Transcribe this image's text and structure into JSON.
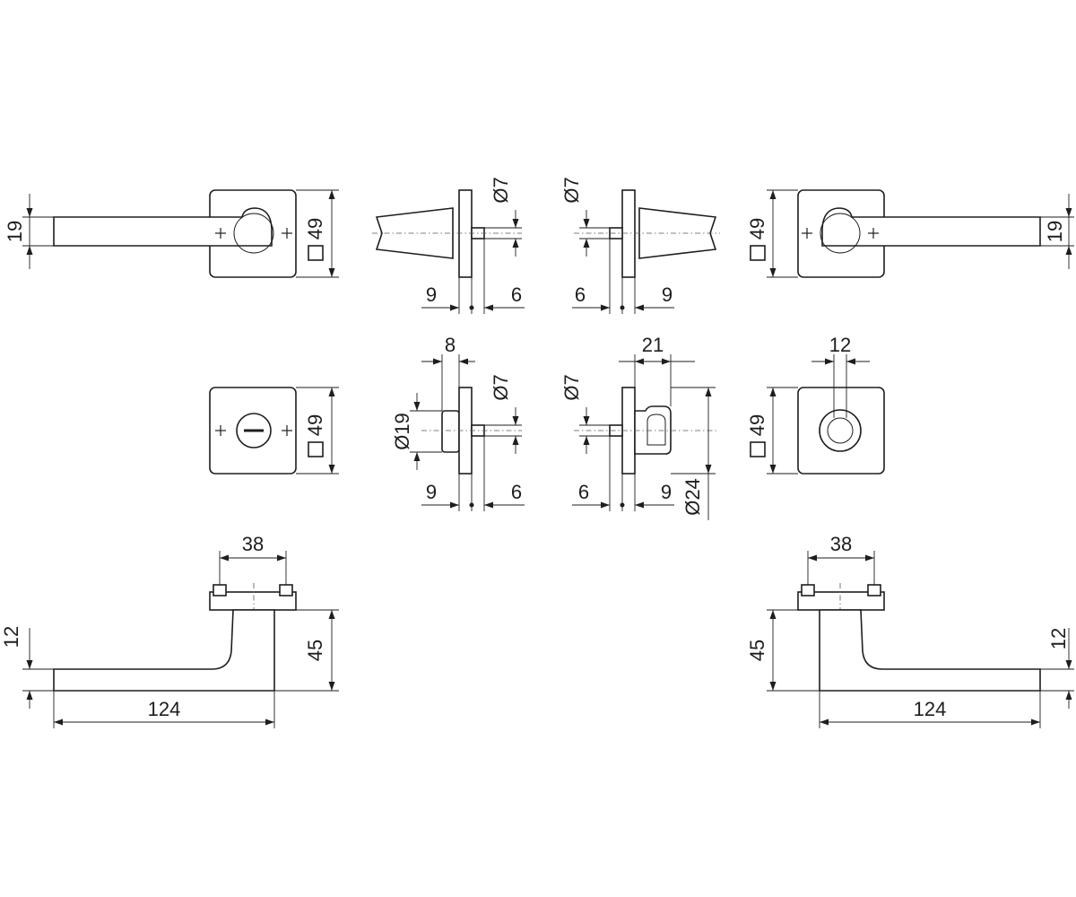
{
  "labels": {
    "lever_height": "19",
    "rose_square": "49",
    "diameter_7": "Ø7",
    "diameter_19": "Ø19",
    "diameter_24": "Ø24",
    "dim_9": "9",
    "dim_6": "6",
    "dim_8": "8",
    "dim_21": "21",
    "dim_12": "12",
    "dim_38": "38",
    "dim_45": "45",
    "dim_124": "124"
  }
}
